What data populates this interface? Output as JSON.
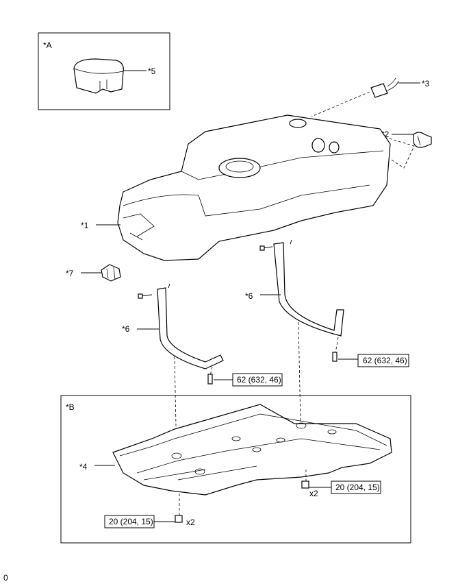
{
  "insets": {
    "a_label": "*A",
    "b_label": "*B"
  },
  "callouts": {
    "c1": "*1",
    "c2": "*2",
    "c3": "*3",
    "c4": "*4",
    "c5": "*5",
    "c6_left": "*6",
    "c6_right": "*6",
    "c7": "*7"
  },
  "torque": {
    "strap_bolt_left": "62 (632, 46)",
    "strap_bolt_right": "62 (632, 46)",
    "protector_nut_left": "20 (204, 15)",
    "protector_nut_right": "20 (204, 15)",
    "qty_left": "x2",
    "qty_right": "x2"
  },
  "footer": {
    "code": "0"
  }
}
